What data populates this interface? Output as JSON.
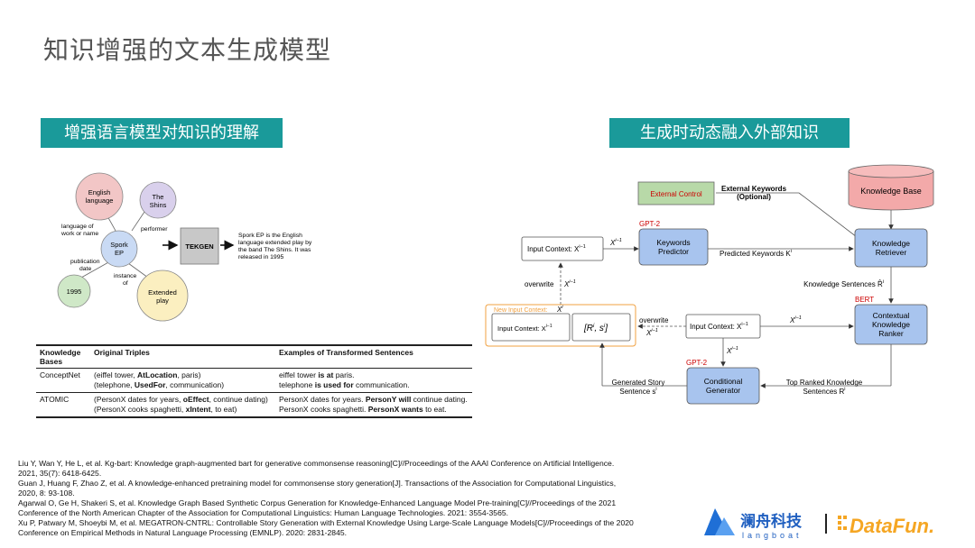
{
  "title": "知识增强的文本生成模型",
  "banner_left": "增强语言模型对知识的理解",
  "banner_right": "生成时动态融入外部知识",
  "graph": {
    "nodes": {
      "english": [
        "English",
        "language"
      ],
      "shins": [
        "The",
        "Shins"
      ],
      "spork": [
        "Spork",
        "EP"
      ],
      "y1995": "1995",
      "extended": [
        "Extended",
        "play"
      ]
    },
    "edges": {
      "language_of": [
        "language of",
        "work or name"
      ],
      "performer": "performer",
      "publication": [
        "publication",
        "date"
      ],
      "instance": [
        "instance",
        "of"
      ]
    },
    "tekgen": "TEKGEN",
    "output": [
      "Spork EP is the English",
      "language extended play by",
      "the band The Shins. It was",
      "released in 1995"
    ]
  },
  "table": {
    "headers": [
      "Knowledge Bases",
      "Original Triples",
      "Examples of Transformed Sentences"
    ],
    "rows": [
      {
        "kb": "ConceptNet",
        "triple1_pre": "(eiffel tower, ",
        "triple1_bold": "AtLocation",
        "triple1_post": ", paris)",
        "triple2_pre": "(telephone, ",
        "triple2_bold": "UsedFor",
        "triple2_post": ", communication)",
        "ex1_pre": "eiffel tower ",
        "ex1_bold": "is at",
        "ex1_post": " paris.",
        "ex2_pre": "telephone ",
        "ex2_bold": "is used for",
        "ex2_post": " communication."
      },
      {
        "kb": "ATOMIC",
        "triple1_pre": "(PersonX dates for years, ",
        "triple1_bold": "oEffect",
        "triple1_post": ", continue dating)",
        "triple2_pre": "(PersonX cooks spaghetti, ",
        "triple2_bold": "xIntent",
        "triple2_post": ", to eat)",
        "ex1_pre": "PersonX dates for years. ",
        "ex1_bold": "PersonY will",
        "ex1_post": " continue dating.",
        "ex2_pre": "PersonX cooks spaghetti. ",
        "ex2_bold": "PersonX wants",
        "ex2_post": " to eat."
      }
    ]
  },
  "flow": {
    "external_control": "External Control",
    "external_keywords": [
      "External Keywords",
      "(Optional)"
    ],
    "knowledge_base": "Knowledge Base",
    "gpt2_top": "GPT-2",
    "input_context_top": "Input Context: X",
    "keywords_predictor": [
      "Keywords",
      "Predictor"
    ],
    "predicted_keywords": "Predicted Keywords K",
    "knowledge_retriever": [
      "Knowledge",
      "Retriever"
    ],
    "overwrite": "overwrite",
    "knowledge_sentences": "Knowledge Sentences R̂",
    "bert": "BERT",
    "new_input_context": "New Input Context:",
    "input_context_left": "Input Context: X",
    "ris": "[R",
    "input_context_mid": "Input Context: X",
    "contextual_ranker": [
      "Contextual",
      "Knowledge",
      "Ranker"
    ],
    "gpt2_bottom": "GPT-2",
    "conditional_generator": [
      "Conditional",
      "Generator"
    ],
    "generated_story": [
      "Generated Story",
      "Sentence s"
    ],
    "top_ranked": [
      "Top Ranked Knowledge",
      "Sentences R"
    ],
    "x_label": "X",
    "sup_i1": "i−1",
    "sup_i": "i"
  },
  "refs": [
    "Liu Y, Wan Y, He L, et al. Kg-bart: Knowledge graph-augmented bart for generative commonsense reasoning[C]//Proceedings of the AAAI Conference on Artificial Intelligence.",
    "2021, 35(7): 6418-6425.",
    "Guan J, Huang F, Zhao Z, et al. A knowledge-enhanced pretraining model for commonsense story generation[J]. Transactions of the Association for Computational Linguistics,",
    "2020, 8: 93-108.",
    "Agarwal O, Ge H, Shakeri S, et al. Knowledge Graph Based Synthetic Corpus Generation for Knowledge-Enhanced Language Model Pre-training[C]//Proceedings of the 2021",
    "Conference of the North American Chapter of the Association for Computational Linguistics: Human Language Technologies. 2021: 3554-3565.",
    "Xu P, Patwary M, Shoeybi M, et al. MEGATRON-CNTRL: Controllable Story Generation with External Knowledge Using Large-Scale Language Models[C]//Proceedings of the 2020",
    "Conference on Empirical Methods in Natural Language Processing (EMNLP). 2020: 2831-2845."
  ],
  "logos": {
    "langboat_cn": "澜舟科技",
    "langboat_en": "langboat",
    "datafun": "DataFun."
  }
}
